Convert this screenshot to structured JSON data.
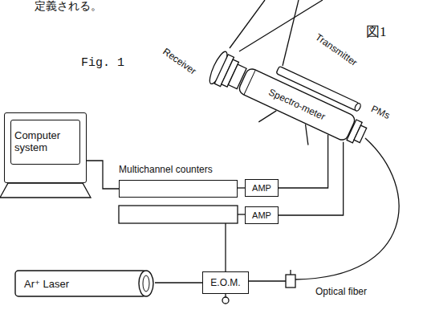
{
  "diagram": {
    "nodes": [
      {
        "text": [
          "Spectro-meter"
        ]
      },
      {
        "text": [
          "Computer system"
        ]
      },
      {
        "text": [
          "Multichannel counters"
        ]
      },
      {
        "text": [
          "AMP"
        ]
      },
      {
        "text": [
          "AMP"
        ]
      },
      {
        "text": [
          "Ar⁺ Laser"
        ]
      },
      {
        "text": [
          "E.O.M."
        ]
      }
    ],
    "edges": [
      {
        "from": 0,
        "to": 3,
        "arrow": "none"
      },
      {
        "from": 0,
        "to": 4,
        "arrow": "none"
      },
      {
        "from": 1,
        "to": 2,
        "arrow": "none"
      },
      {
        "from": 2,
        "to": 3,
        "arrow": "none"
      },
      {
        "from": 5,
        "to": 6,
        "arrow": "none"
      }
    ],
    "labels": [
      "定義される。",
      "図1",
      "Fig. 1",
      "Receiver",
      "Transmitter",
      "PMs",
      "Optical fiber"
    ]
  }
}
